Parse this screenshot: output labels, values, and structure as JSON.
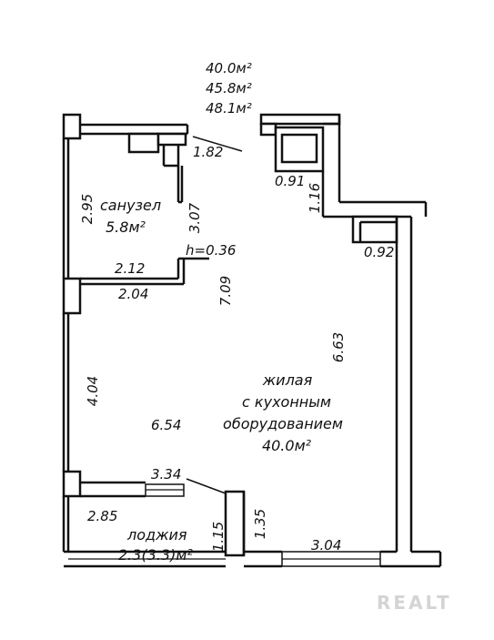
{
  "areas": {
    "living": "40.0м²",
    "total": "45.8м²",
    "total_with_loggia": "48.1м²"
  },
  "rooms": {
    "bathroom_name": "санузел",
    "bathroom_area": "5.8м²",
    "living_line1": "жилая",
    "living_line2": "с кухонным",
    "living_line3": "оборудованием",
    "living_area": "40.0м²",
    "loggia_name": "лоджия",
    "loggia_area": "2.3(3.3)м²"
  },
  "dimensions": {
    "d182": "1.82",
    "d091": "0.91",
    "d116": "1.16",
    "d092": "0.92",
    "d295": "2.95",
    "d307": "3.07",
    "h036": "h=0.36",
    "d212": "2.12",
    "d204": "2.04",
    "d709": "7.09",
    "d663": "6.63",
    "d404": "4.04",
    "d654": "6.54",
    "d334": "3.34",
    "d285": "2.85",
    "d115": "1.15",
    "d135": "1.35",
    "d304": "3.04"
  },
  "watermark": "REALT"
}
